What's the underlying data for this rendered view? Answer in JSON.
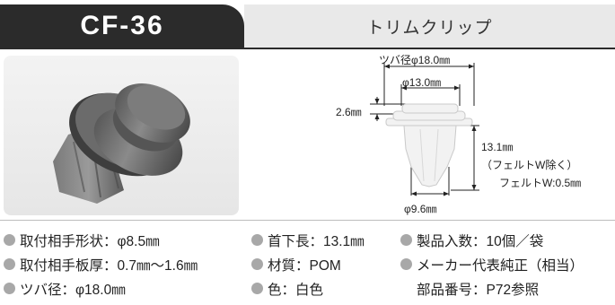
{
  "header": {
    "code": "CF-36",
    "name": "トリムクリップ"
  },
  "diagram": {
    "flange_dia": "ツバ径φ18.0㎜",
    "head_dia": "φ13.0㎜",
    "head_height": "2.6㎜",
    "length": "13.1㎜",
    "length_note": "（フェルトW除く）",
    "felt": "フェルトW:0.5㎜",
    "tip_dia": "φ9.6㎜"
  },
  "specs": {
    "col1": [
      "取付相手形状：φ8.5㎜",
      "取付相手板厚：0.7㎜～1.6㎜",
      "ツバ径：φ18.0㎜"
    ],
    "col2": [
      "首下長：13.1㎜",
      "材質：POM",
      "色：白色"
    ],
    "col3": [
      "製品入数：10個／袋",
      "メーカー代表純正（相当）"
    ],
    "col3_sub": "部品番号：P72参照"
  },
  "colors": {
    "header_dark": "#2b2b2b",
    "header_light": "#e9e9e9",
    "bullet": "#a8a8a8",
    "clip_gray": "#6e6e6e",
    "clip_white": "#f2f2f2"
  }
}
